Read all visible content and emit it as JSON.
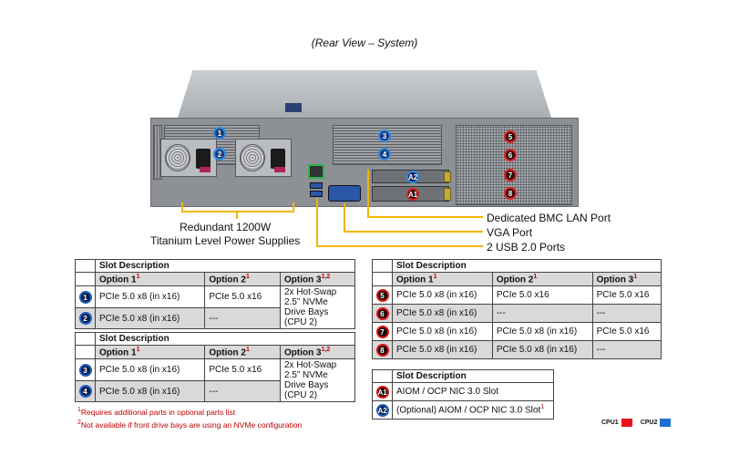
{
  "title": "(Rear View – System)",
  "callouts": {
    "psu_line1": "Redundant  1200W",
    "psu_line2": "Titanium  Level Power Supplies",
    "bmc": "Dedicated BMC LAN Port",
    "vga": "VGA Port",
    "usb": "2 USB 2.0 Ports"
  },
  "markers": {
    "m1": "1",
    "m2": "2",
    "m3": "3",
    "m4": "4",
    "m5": "5",
    "m6": "6",
    "m7": "7",
    "m8": "8",
    "a1": "A1",
    "a2": "A2"
  },
  "table1": {
    "header": "Slot Description",
    "columns": [
      "Option 1",
      "Option 2",
      "Option 3"
    ],
    "col_sup": [
      "1",
      "1",
      "1,2"
    ],
    "rows": [
      {
        "slot": "1",
        "opt1": "PCIe 5.0 x8 (in x16)",
        "opt2": "PCIe 5.0 x16",
        "opt3": "2x Hot-Swap 2.5” NVMe Drive Bays (CPU 2)"
      },
      {
        "slot": "2",
        "opt1": "PCIe 5.0 x8 (in x16)",
        "opt2": "---"
      }
    ]
  },
  "table2": {
    "header": "Slot Description",
    "columns": [
      "Option 1",
      "Option 2",
      "Option 3"
    ],
    "col_sup": [
      "1",
      "1",
      "1,2"
    ],
    "rows": [
      {
        "slot": "3",
        "opt1": "PCIe 5.0 x8 (in x16)",
        "opt2": "PCIe 5.0 x16",
        "opt3": "2x Hot-Swap 2.5” NVMe Drive Bays (CPU 2)"
      },
      {
        "slot": "4",
        "opt1": "PCIe 5.0 x8 (in x16)",
        "opt2": "---"
      }
    ]
  },
  "table3": {
    "header": "Slot Description",
    "columns": [
      "Option 1",
      "Option 2",
      "Option 3"
    ],
    "col_sup": [
      "1",
      "1",
      "1"
    ],
    "rows": [
      {
        "slot": "5",
        "opt1": "PCIe 5.0 x8 (in x16)",
        "opt2": "PCIe 5.0 x16",
        "opt3": "PCIe 5.0 x16"
      },
      {
        "slot": "6",
        "opt1": "PCIe 5.0 x8 (in x16)",
        "opt2": "---",
        "opt3": "---"
      },
      {
        "slot": "7",
        "opt1": "PCIe 5.0 x8 (in x16)",
        "opt2": "PCIe 5.0 x8 (in x16)",
        "opt3": "PCIe 5.0 x16"
      },
      {
        "slot": "8",
        "opt1": "PCIe 5.0 x8 (in x16)",
        "opt2": "PCIe 5.0 x8 (in x16)",
        "opt3": "---"
      }
    ]
  },
  "table4": {
    "header": "Slot Description",
    "rows": [
      {
        "slot": "A1",
        "desc": "AIOM / OCP NIC 3.0 Slot"
      },
      {
        "slot": "A2",
        "desc": "(Optional)  AIOM / OCP NIC 3.0 Slot",
        "sup": "1"
      }
    ]
  },
  "footnotes": {
    "n1_mark": "1",
    "n1": "Requires additional parts in optional parts list",
    "n2_mark": "2",
    "n2": "Not available if front drive bays are using an NVMe  configuration"
  },
  "legend": {
    "cpu1": "CPU1",
    "cpu1_color": "#e8141c",
    "cpu2": "CPU2",
    "cpu2_color": "#1f6fd1"
  },
  "colors": {
    "leader": "#f2b400",
    "table_shade": "#d9d9d9",
    "footnote": "#c00000"
  }
}
